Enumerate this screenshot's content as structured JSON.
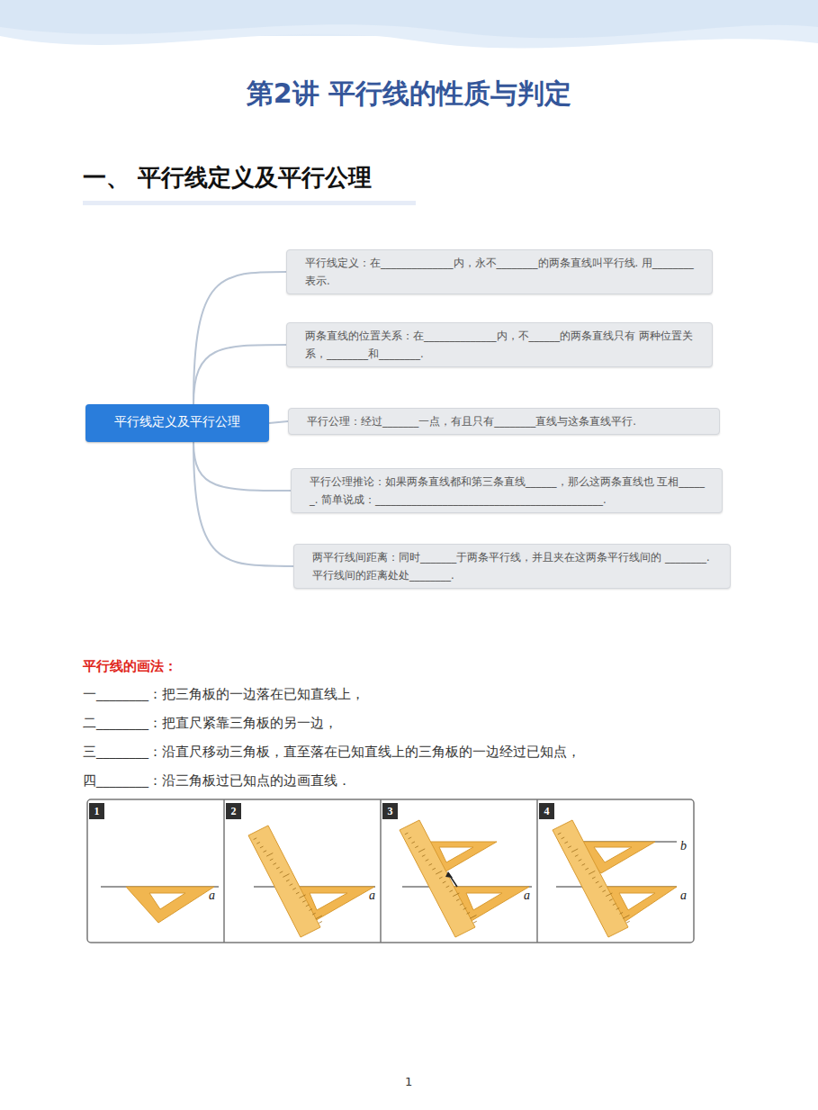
{
  "diagram": {
    "title": "第2讲 平行线的性质与判定",
    "nodes": [
      {
        "text": [
          "平行线定义及平行公理"
        ]
      },
      {
        "text": [
          "平行线定义：在______________内，永不________的两条直线叫平行线. 用________表示."
        ]
      },
      {
        "text": [
          "两条直线的位置关系：在______________内，不______的两条直线只有 两种位置关系，________和________."
        ]
      },
      {
        "text": [
          "平行公理：经过_______一点，有且只有________直线与这条直线平行."
        ]
      },
      {
        "text": [
          "平行公理推论：如果两条直线都和第三条直线______，那么这两条直线也 互相______. 简单说成：____________________________________________."
        ]
      },
      {
        "text": [
          "两平行线间距离：同时_______于两条平行线，并且夹在这两条平行线间的 ________. 平行线间的距离处处________."
        ]
      }
    ],
    "edges": [
      {
        "from": 0,
        "to": 1,
        "arrow": "none"
      },
      {
        "from": 0,
        "to": 2,
        "arrow": "none"
      },
      {
        "from": 0,
        "to": 3,
        "arrow": "none"
      },
      {
        "from": 0,
        "to": 4,
        "arrow": "none"
      },
      {
        "from": 0,
        "to": 5,
        "arrow": "none"
      }
    ],
    "labels": [
      "一、 平行线定义及平行公理",
      "平行线的画法：",
      "一________：把三角板的一边落在已知直线上，",
      "二________：把直尺紧靠三角板的另一边，",
      "三________：沿直尺移动三角板，直至落在已知直线上的三角板的一边经过已知点，",
      "四________：沿三角板过已知点的边画直线．",
      "1",
      "2",
      "3",
      "4",
      "a",
      "a",
      "a",
      "b",
      "a",
      "1"
    ]
  }
}
